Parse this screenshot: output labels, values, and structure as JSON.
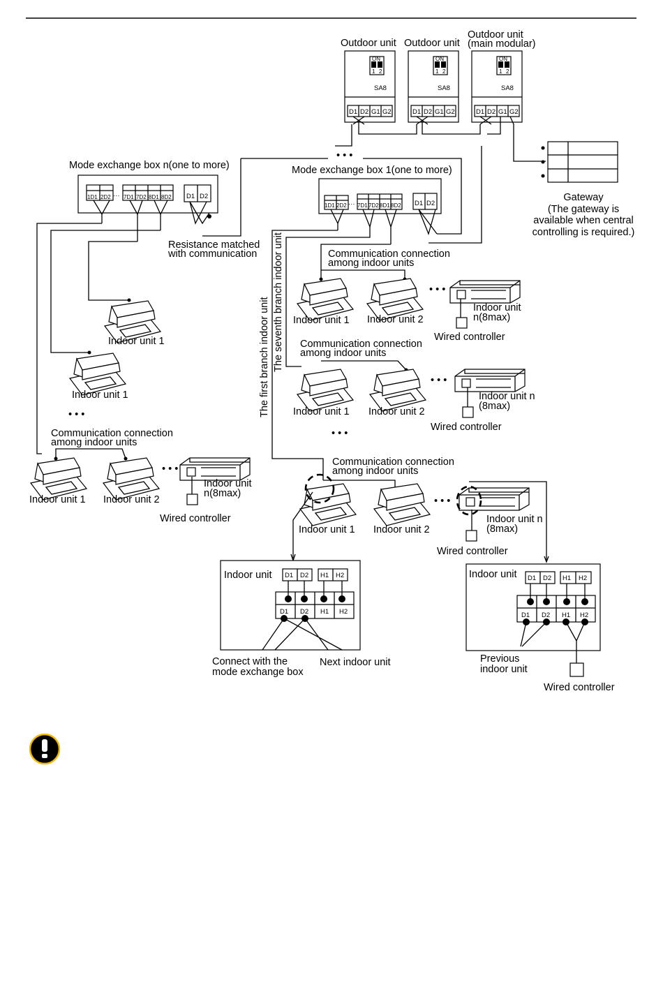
{
  "outdoor": {
    "unit1": "Outdoor unit",
    "unit2": "Outdoor unit",
    "unit3_line1": "Outdoor unit",
    "unit3_line2": "(main modular)",
    "dip_on": "ON",
    "dip_1": "1",
    "dip_2": "2",
    "dip_name": "SA8",
    "terminals": [
      "D1",
      "D2",
      "G1",
      "G2"
    ]
  },
  "gateway": {
    "title": "Gateway",
    "note_1": "(The gateway is",
    "note_2": "available when central",
    "note_3": "controlling is required.)"
  },
  "mode_box_n": {
    "title": "Mode exchange box n(one to more)",
    "terminals": [
      "1D1",
      "2D2",
      "7D1",
      "7D2",
      "8D1",
      "8D2",
      "D1",
      "D2"
    ],
    "dots": "···"
  },
  "mode_box_1": {
    "title": "Mode exchange box 1(one to more)",
    "terminals": [
      "1D1",
      "2D2",
      "7D1",
      "7D2",
      "8D1",
      "8D2",
      "D1",
      "D2"
    ],
    "dots": "···"
  },
  "top_dots": "• • •",
  "resistance_1": "Resistance matched",
  "resistance_2": "with communication",
  "first_branch": "The first branch indoor unit",
  "seventh_branch": "The seventh branch indoor unit",
  "comm_1": "Communication connection",
  "comm_2": "among indoor units",
  "indoor_unit_1": "Indoor unit 1",
  "indoor_unit_2": "Indoor unit 2",
  "indoor_unit_n_1": "Indoor unit",
  "indoor_unit_n_2": "n(8max)",
  "indoor_unit_n_alt_1": "Indoor unit n",
  "indoor_unit_n_alt_2": "(8max)",
  "wired_controller": "Wired controller",
  "ellipsis": "• • •",
  "detail_left": {
    "title": "Indoor unit",
    "top_terms": [
      "D1",
      "D2",
      "H1",
      "H2"
    ],
    "bottom_terms": [
      "D1",
      "D2",
      "H1",
      "H2"
    ],
    "note_left_1": "Connect with the",
    "note_left_2": "mode exchange box",
    "note_right": "Next indoor unit"
  },
  "detail_right": {
    "title": "Indoor unit",
    "top_terms": [
      "D1",
      "D2",
      "H1",
      "H2"
    ],
    "bottom_terms": [
      "D1",
      "D2",
      "H1",
      "H2"
    ],
    "note_prev_1": "Previous",
    "note_prev_2": "indoor unit",
    "note_wired": "Wired controller"
  },
  "caution_icon": "exclamation-icon",
  "colors": {
    "caution_ring": "#f5b800",
    "ink": "#000000"
  }
}
